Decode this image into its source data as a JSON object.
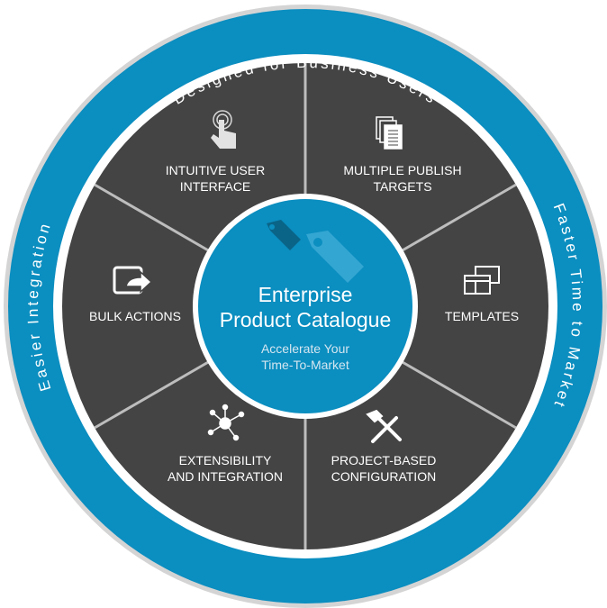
{
  "ring": {
    "top": "Designed for Business Users",
    "right": "Faster Time to Market",
    "left": "Easier Integration"
  },
  "center": {
    "title_line1": "Enterprise",
    "title_line2": "Product Catalogue",
    "subtitle_line1": "Accelerate Your",
    "subtitle_line2": "Time-To-Market",
    "icon": "price-tags-icon"
  },
  "segments": [
    {
      "line1": "INTUITIVE USER",
      "line2": "INTERFACE",
      "icon": "touch-hand-icon"
    },
    {
      "line1": "MULTIPLE PUBLISH",
      "line2": "TARGETS",
      "icon": "documents-stack-icon"
    },
    {
      "line1": "TEMPLATES",
      "icon": "templates-windows-icon"
    },
    {
      "line1": "PROJECT-BASED",
      "line2": "CONFIGURATION",
      "icon": "tools-icon"
    },
    {
      "line1": "EXTENSIBILITY",
      "line2": "AND INTEGRATION",
      "icon": "network-nodes-icon"
    },
    {
      "line1": "BULK ACTIONS",
      "icon": "bulk-action-arrow-icon"
    }
  ],
  "colors": {
    "blue": "#0b8ec0",
    "dark": "#444444",
    "border": "#d4d4d4"
  }
}
